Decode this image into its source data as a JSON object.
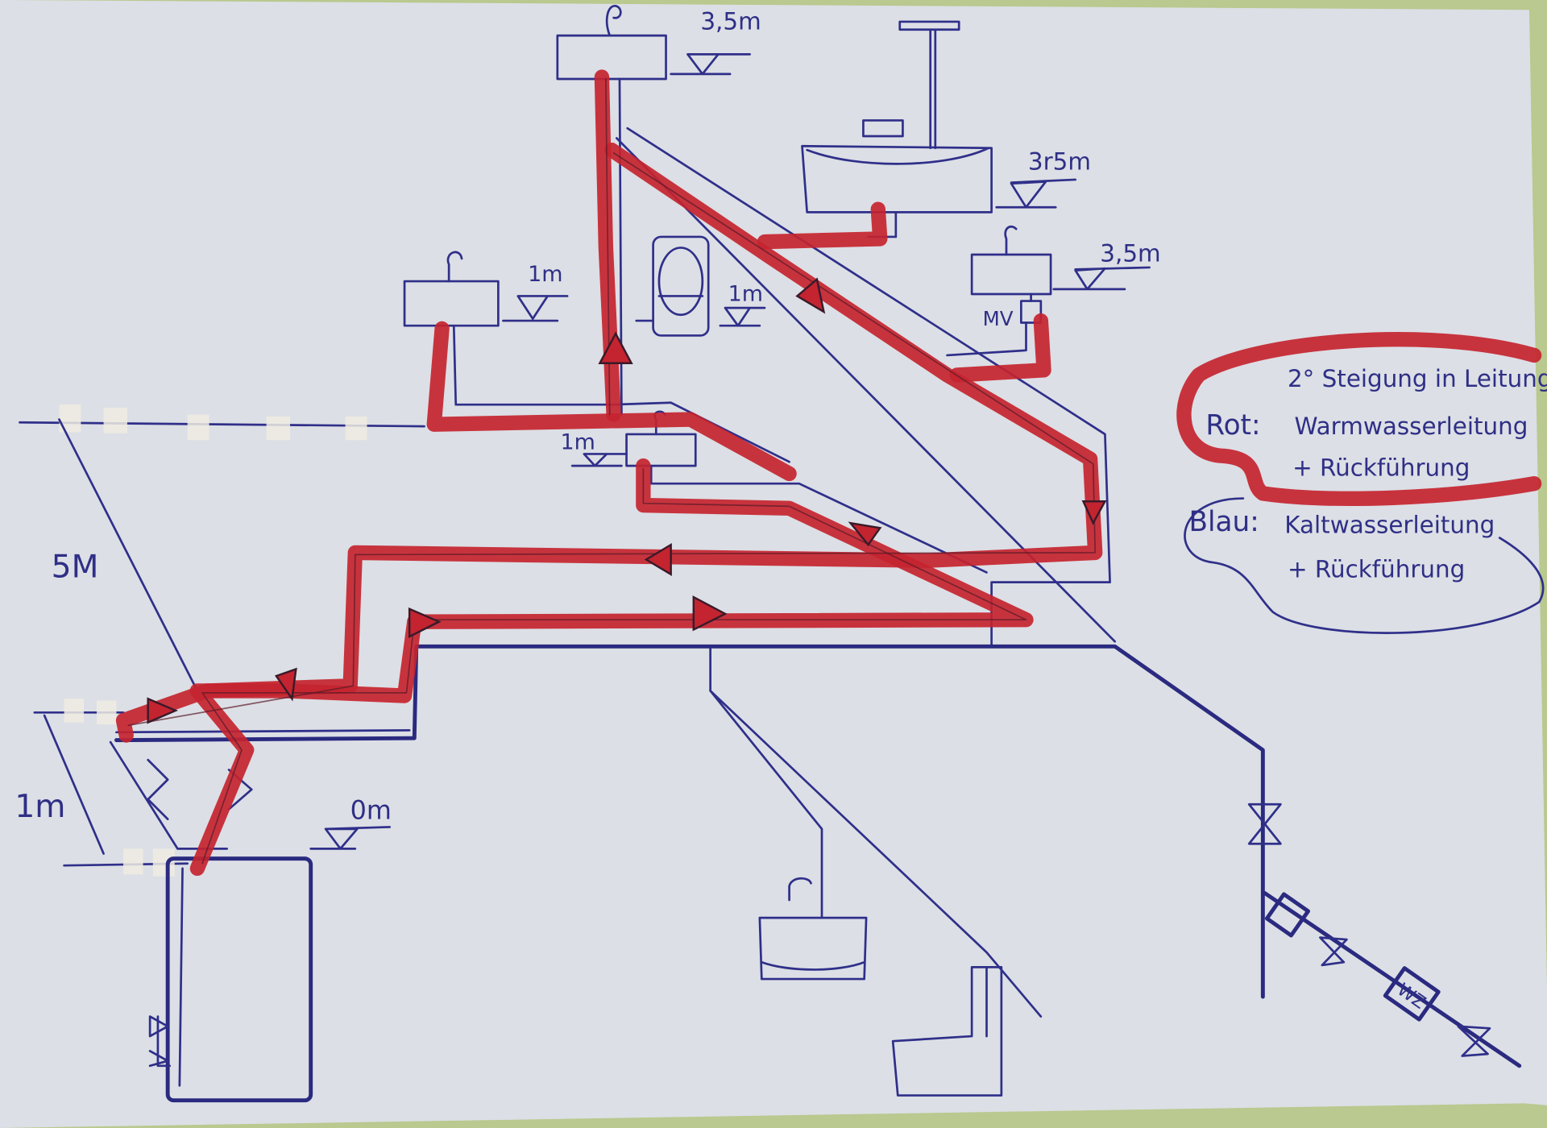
{
  "title": "Hand-drawn plumbing schematic (hot and cold water lines)",
  "colors": {
    "paper": "#dcdfe5",
    "hot_line": "#c4242f",
    "cold_line": "#2f2f8a",
    "tablecloth": "#b9c98f"
  },
  "levels": {
    "top_basin": "3,5m",
    "bathtub": "3r5m",
    "right_basin": "3,5m",
    "left_basin": "1m",
    "toilet": "1m",
    "small_sink": "1m",
    "floor_zero": "0m"
  },
  "dimensions": {
    "slope_length": "5M",
    "height": "1m"
  },
  "labels": {
    "mixing_valve": "MV",
    "water_meter": "WZ"
  },
  "legend": {
    "note": "2° Steigung in Leitung",
    "red_label": "Rot:",
    "red_text": "Warmwasserleitung",
    "red_text2": "+ Rückführung",
    "blue_label": "Blau:",
    "blue_text": "Kaltwasserleitung",
    "blue_text2": "+ Rückführung"
  }
}
